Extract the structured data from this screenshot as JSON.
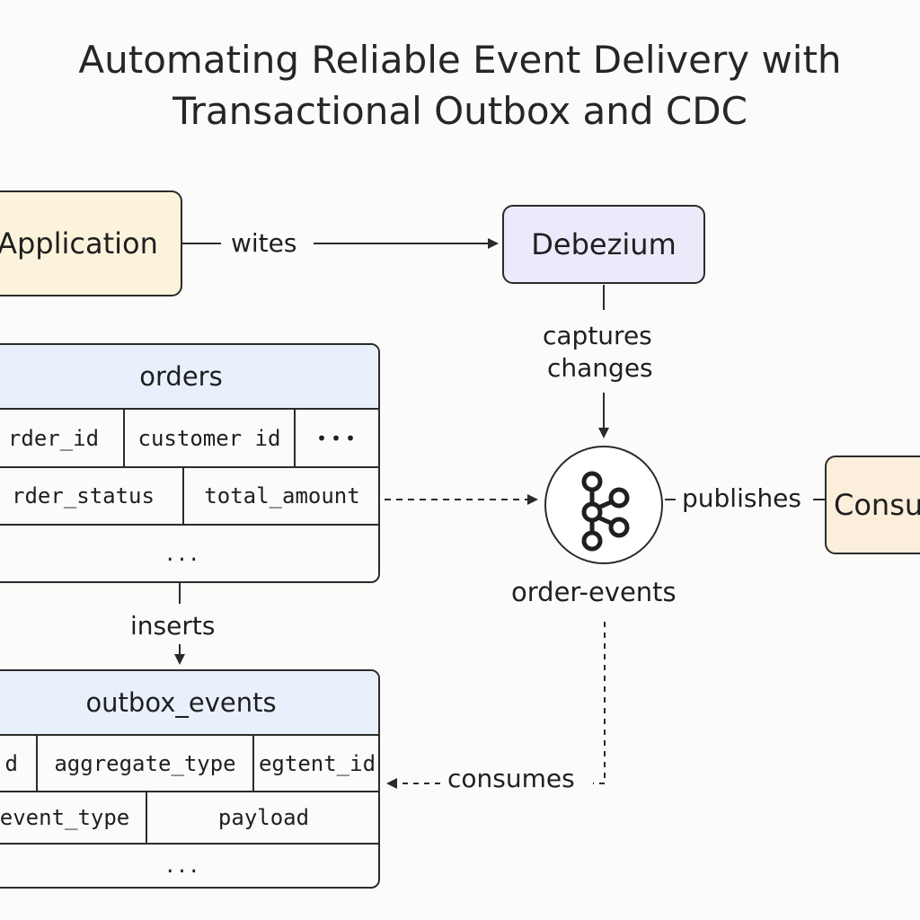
{
  "title": {
    "line1": "Automating Reliable Event Delivery with",
    "line2": "Transactional Outbox and CDC"
  },
  "nodes": {
    "application": "Application",
    "debezium": "Debezium",
    "consumer": "Consu",
    "kafka_topic": "order-events",
    "kafka_icon": "kafka-logo-icon"
  },
  "edges": {
    "app_to_debezium": "wites",
    "captures_line1": "captures",
    "captures_line2": "changes",
    "publishes": "publishes",
    "inserts": "inserts",
    "consumes": "consumes"
  },
  "orders_table": {
    "name": "orders",
    "row1": [
      "rder_id",
      "customer id",
      "•••"
    ],
    "row2": [
      "rder_status",
      "total_amount"
    ],
    "row3": "..."
  },
  "outbox_table": {
    "name": "outbox_events",
    "row1": [
      "d",
      "aggregate_type",
      "egtent_id"
    ],
    "row2": [
      "event_type",
      "payload"
    ],
    "row3": "..."
  },
  "colors": {
    "application_fill": "#fbf3dc",
    "debezium_fill": "#ece9fb",
    "consumer_fill": "#fbefdc",
    "table_header_fill": "#e8f1fb",
    "stroke": "#2b2b2b"
  }
}
